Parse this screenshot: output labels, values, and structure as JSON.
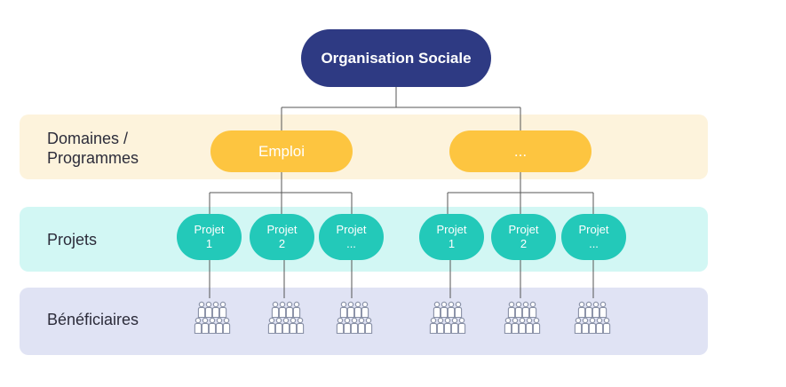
{
  "root": {
    "label": "Organisation Sociale"
  },
  "levels": {
    "domains_line1": "Domaines /",
    "domains_line2": "Programmes",
    "projects": "Projets",
    "beneficiaries": "Bénéficiaires"
  },
  "domains": [
    {
      "label": "Emploi"
    },
    {
      "label": "..."
    }
  ],
  "projects": [
    {
      "word": "Projet",
      "num": "1"
    },
    {
      "word": "Projet",
      "num": "2"
    },
    {
      "word": "Projet",
      "num": "..."
    },
    {
      "word": "Projet",
      "num": "1"
    },
    {
      "word": "Projet",
      "num": "2"
    },
    {
      "word": "Projet",
      "num": "..."
    }
  ],
  "icons": {
    "beneficiary_group": "people-group-icon"
  },
  "colors": {
    "root": "#2e3a83",
    "domain": "#fdc540",
    "project": "#23c9b9",
    "band_domains": "#fdf3dc",
    "band_projects": "#d2f7f4",
    "band_beneficiaries": "#e0e3f4",
    "connector": "#555555",
    "people_icon": "#8890a6"
  }
}
